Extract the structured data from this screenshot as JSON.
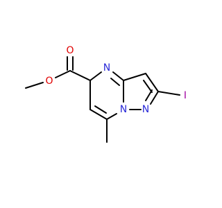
{
  "molecule": {
    "atoms": {
      "ester_oxygen": {
        "label": "O",
        "color": "#e00000"
      },
      "carbonyl_oxygen": {
        "label": "O",
        "color": "#e00000"
      },
      "pyrimidine_nitrogen": {
        "label": "N",
        "color": "#2a2ad8"
      },
      "bridgehead_nitrogen": {
        "label": "N",
        "color": "#2a2ad8"
      },
      "pyrazole_nitrogen": {
        "label": "N",
        "color": "#2a2ad8"
      },
      "iodine": {
        "label": "I",
        "color": "#a000a0"
      }
    },
    "bond_color": "#000000",
    "background": "#ffffff"
  }
}
